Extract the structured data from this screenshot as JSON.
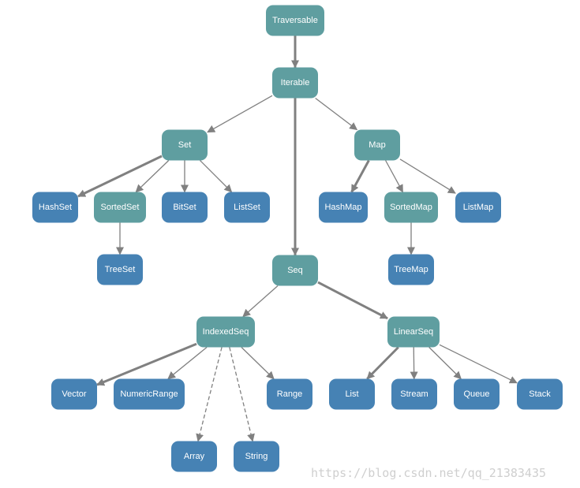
{
  "colors": {
    "trait": "#5f9ea0",
    "class": "#4682b4",
    "edge": "#808080"
  },
  "nodes": [
    {
      "id": "traversable",
      "label": "Traversable",
      "kind": "trait"
    },
    {
      "id": "iterable",
      "label": "Iterable",
      "kind": "trait"
    },
    {
      "id": "set",
      "label": "Set",
      "kind": "trait"
    },
    {
      "id": "map",
      "label": "Map",
      "kind": "trait"
    },
    {
      "id": "seq",
      "label": "Seq",
      "kind": "trait"
    },
    {
      "id": "hashset",
      "label": "HashSet",
      "kind": "class"
    },
    {
      "id": "sortedset",
      "label": "SortedSet",
      "kind": "trait"
    },
    {
      "id": "bitset",
      "label": "BitSet",
      "kind": "class"
    },
    {
      "id": "listset",
      "label": "ListSet",
      "kind": "class"
    },
    {
      "id": "treeset",
      "label": "TreeSet",
      "kind": "class"
    },
    {
      "id": "hashmap",
      "label": "HashMap",
      "kind": "class"
    },
    {
      "id": "sortedmap",
      "label": "SortedMap",
      "kind": "trait"
    },
    {
      "id": "listmap",
      "label": "ListMap",
      "kind": "class"
    },
    {
      "id": "treemap",
      "label": "TreeMap",
      "kind": "class"
    },
    {
      "id": "indexedseq",
      "label": "IndexedSeq",
      "kind": "trait"
    },
    {
      "id": "linearseq",
      "label": "LinearSeq",
      "kind": "trait"
    },
    {
      "id": "vector",
      "label": "Vector",
      "kind": "class"
    },
    {
      "id": "numericrange",
      "label": "NumericRange",
      "kind": "class"
    },
    {
      "id": "range",
      "label": "Range",
      "kind": "class"
    },
    {
      "id": "array",
      "label": "Array",
      "kind": "class"
    },
    {
      "id": "string",
      "label": "String",
      "kind": "class"
    },
    {
      "id": "list",
      "label": "List",
      "kind": "class"
    },
    {
      "id": "stream",
      "label": "Stream",
      "kind": "class"
    },
    {
      "id": "queue",
      "label": "Queue",
      "kind": "class"
    },
    {
      "id": "stack",
      "label": "Stack",
      "kind": "class"
    }
  ],
  "edges": [
    {
      "from": "traversable",
      "to": "iterable",
      "style": "thick"
    },
    {
      "from": "iterable",
      "to": "set",
      "style": "thin"
    },
    {
      "from": "iterable",
      "to": "map",
      "style": "thin"
    },
    {
      "from": "iterable",
      "to": "seq",
      "style": "thick"
    },
    {
      "from": "set",
      "to": "hashset",
      "style": "thick"
    },
    {
      "from": "set",
      "to": "sortedset",
      "style": "thin"
    },
    {
      "from": "set",
      "to": "bitset",
      "style": "thin"
    },
    {
      "from": "set",
      "to": "listset",
      "style": "thin"
    },
    {
      "from": "sortedset",
      "to": "treeset",
      "style": "thin"
    },
    {
      "from": "map",
      "to": "hashmap",
      "style": "thick"
    },
    {
      "from": "map",
      "to": "sortedmap",
      "style": "thin"
    },
    {
      "from": "map",
      "to": "listmap",
      "style": "thin"
    },
    {
      "from": "sortedmap",
      "to": "treemap",
      "style": "thin"
    },
    {
      "from": "seq",
      "to": "indexedseq",
      "style": "thin"
    },
    {
      "from": "seq",
      "to": "linearseq",
      "style": "thick"
    },
    {
      "from": "indexedseq",
      "to": "vector",
      "style": "thick"
    },
    {
      "from": "indexedseq",
      "to": "numericrange",
      "style": "thin"
    },
    {
      "from": "indexedseq",
      "to": "range",
      "style": "thin"
    },
    {
      "from": "indexedseq",
      "to": "array",
      "style": "dashed"
    },
    {
      "from": "indexedseq",
      "to": "string",
      "style": "dashed"
    },
    {
      "from": "linearseq",
      "to": "list",
      "style": "thick"
    },
    {
      "from": "linearseq",
      "to": "stream",
      "style": "thin"
    },
    {
      "from": "linearseq",
      "to": "queue",
      "style": "thin"
    },
    {
      "from": "linearseq",
      "to": "stack",
      "style": "thin"
    }
  ],
  "watermark": "https://blog.csdn.net/qq_21383435"
}
